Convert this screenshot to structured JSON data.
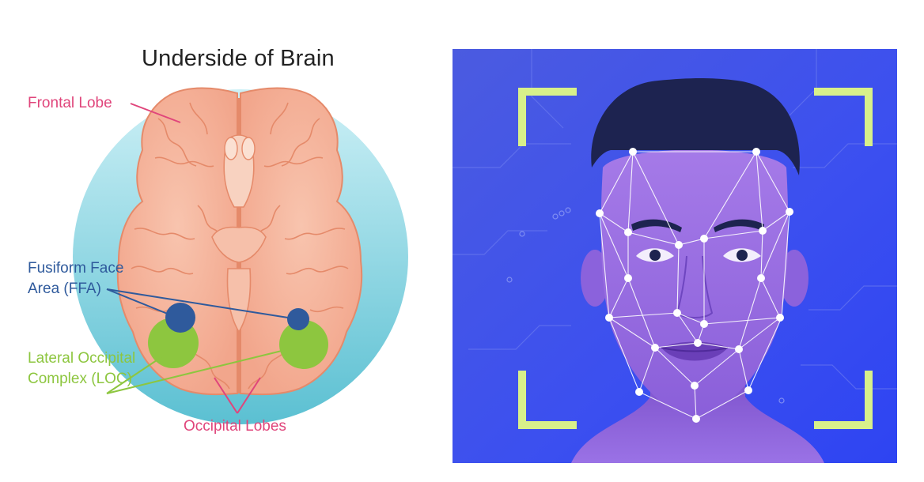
{
  "brain_diagram": {
    "title": "Underside of Brain",
    "labels": {
      "frontal_lobe": "Frontal Lobe",
      "ffa": "Fusiform Face Area (FFA)",
      "loc": "Lateral Occipital Complex (LOC)",
      "occipital_lobes": "Occipital Lobes"
    },
    "colors": {
      "frontal_label": "#e0457b",
      "ffa_label": "#2f5a9c",
      "loc_label": "#8dc63f",
      "circle_bg_top": "#c7eef5",
      "circle_bg_bottom": "#5cc4d4",
      "brain_fill": "#f7b8a0",
      "brain_stroke": "#e58a6a"
    }
  },
  "face_illustration": {
    "colors": {
      "background": "#3d52e8",
      "face": "#9a72e6",
      "hair": "#1d2350",
      "corner_brackets": "#d8f08a",
      "mesh_points": "#ffffff"
    }
  }
}
